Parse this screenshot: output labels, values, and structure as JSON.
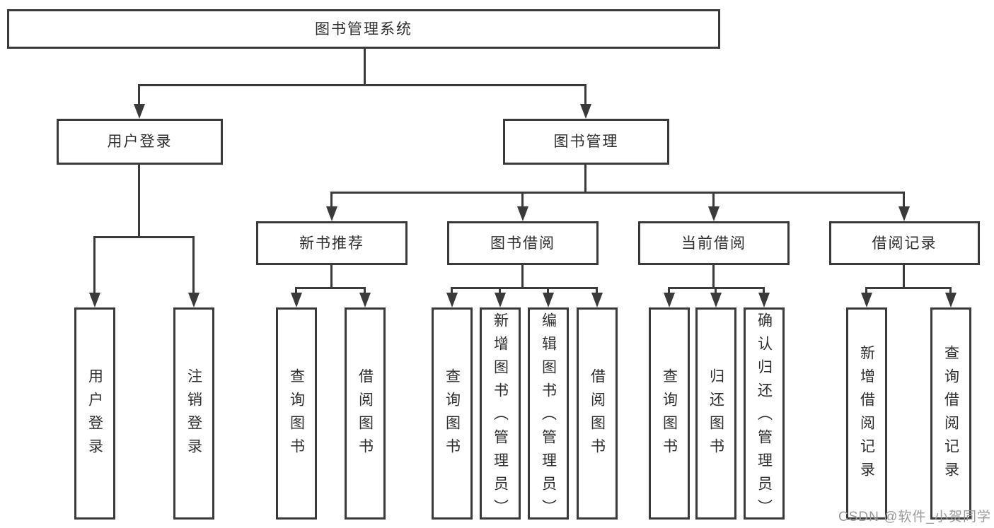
{
  "nodes": {
    "root": "图书管理系统",
    "level2": [
      "用户登录",
      "图书管理"
    ],
    "level3": [
      "新书推荐",
      "图书借阅",
      "当前借阅",
      "借阅记录"
    ],
    "leaves": {
      "login": [
        "用户登录",
        "注销登录"
      ],
      "newbook": [
        "查询图书",
        "借阅图书"
      ],
      "borrow": [
        "查询图书",
        "新增图书（管理员）",
        "编辑图书（管理员）",
        "借阅图书"
      ],
      "current": [
        "查询图书",
        "归还图书",
        "确认归还（管理员）"
      ],
      "record": [
        "新增借阅记录",
        "查询借阅记录"
      ]
    }
  },
  "watermark": "CSDN @软件_小贺同学",
  "colors": {
    "line": "#3a3a3a",
    "text": "#2e2e2e",
    "background": "#ffffff",
    "watermark": "#9b9b9b"
  }
}
